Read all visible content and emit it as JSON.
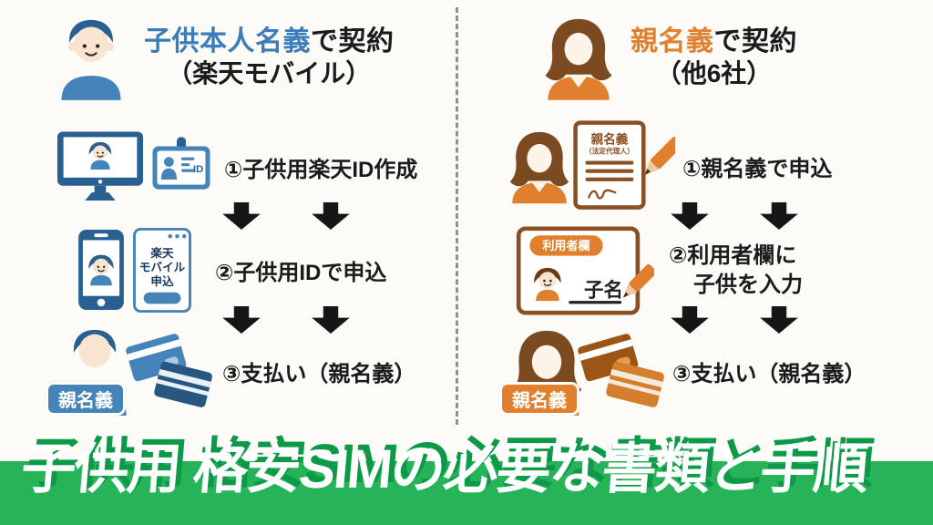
{
  "left_column": {
    "title_highlight": "子供本人名義",
    "title_suffix": "で契約",
    "subtitle": "（楽天モバイル）",
    "steps": {
      "s1": "①子供用楽天ID作成",
      "s2": "②子供用IDで申込",
      "s3": "③支払い（親名義）"
    },
    "id_card_label": "ID",
    "browser_lines": {
      "l1": "楽天",
      "l2": "モバイル",
      "l3": "申込"
    },
    "payer_badge": "親名義"
  },
  "right_column": {
    "title_highlight": "親名義",
    "title_suffix": "で契約",
    "subtitle": "（他6社）",
    "steps": {
      "s1": "①親名義で申込",
      "s2_line1": "②利用者欄に",
      "s2_line2": "子供を入力",
      "s3": "③支払い（親名義）"
    },
    "document": {
      "title": "親名義",
      "subtitle": "（法定代理人）"
    },
    "form": {
      "header": "利用者欄",
      "name_value": "子名"
    },
    "payer_badge": "親名義"
  },
  "banner": {
    "title": "子供用 格安SIMの必要な書類と手順"
  },
  "colors": {
    "blue_accent": "#3c7cb8",
    "blue_dark": "#2a5f92",
    "blue_mid": "#4584b8",
    "orange_accent": "#e0802e",
    "brown_dark": "#8a4f22",
    "banner_green": "#27b458",
    "banner_shadow_green": "#0c9a49",
    "text_black": "#1b1b1b",
    "divider_gray": "#919191"
  },
  "icons": [
    "boy-avatar-icon",
    "woman-avatar-icon",
    "monitor-icon",
    "id-card-icon",
    "smartphone-icon",
    "browser-form-icon",
    "parent-person-icon",
    "credit-cards-icon",
    "contract-document-icon",
    "pencil-icon",
    "user-field-form-icon",
    "arrow-down-icon"
  ]
}
